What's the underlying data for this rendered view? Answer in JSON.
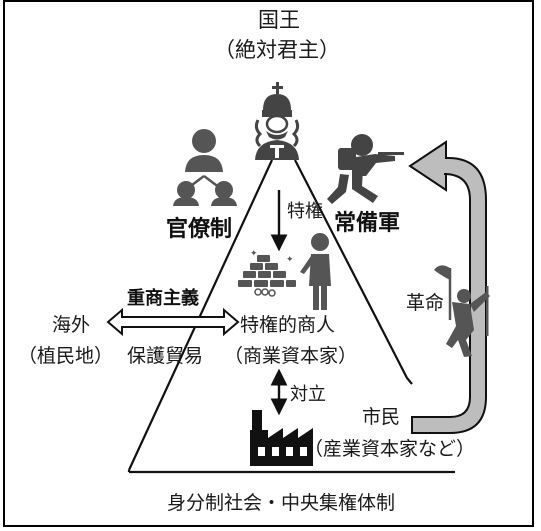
{
  "diagram": {
    "top": {
      "title": "国王",
      "subtitle": "（絶対君主）"
    },
    "pillars": {
      "bureaucracy": "官僚制",
      "army": "常備軍"
    },
    "privilege_label": "特権",
    "mercantilism": "重商主義",
    "overseas": {
      "line1": "海外",
      "line2": "（植民地）"
    },
    "protective_trade": "保護貿易",
    "merchants": {
      "line1": "特権的商人",
      "line2": "（商業資本家）"
    },
    "conflict_label": "対立",
    "citizens": {
      "line1": "市民",
      "line2": "（産業資本家など）"
    },
    "revolution_label": "革命",
    "footer": "身分制社会・中央集権体制",
    "icons": [
      "king-icon",
      "bureaucracy-icon",
      "soldier-icon",
      "gold-bars-icon",
      "merchant-icon",
      "factory-icon",
      "revolutionary-icon"
    ],
    "colors": {
      "icon": "#444444",
      "arrow_fill": "#bdbdbd",
      "line": "#111111"
    }
  }
}
